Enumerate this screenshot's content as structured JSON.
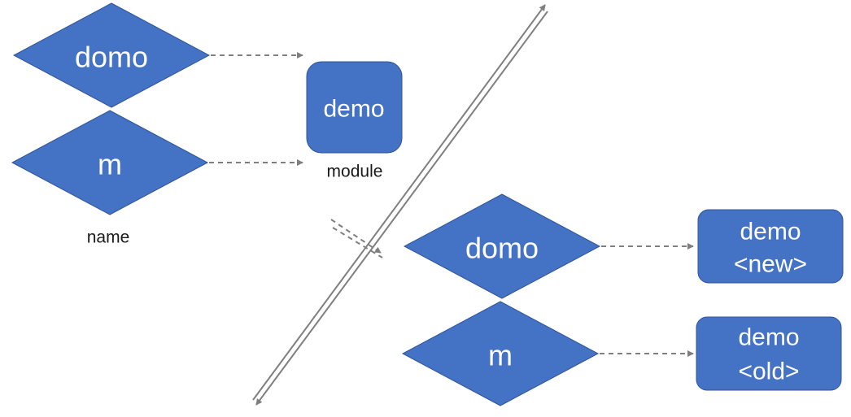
{
  "colors": {
    "shape_fill": "#4472c4",
    "shape_stroke": "#2f5597",
    "connector": "#7f7f7f",
    "text_light": "#ffffff",
    "text_dark": "#1a1a1a"
  },
  "before": {
    "diamond_top": {
      "label": "domo"
    },
    "diamond_bottom": {
      "label": "m"
    },
    "module_box": {
      "label": "demo"
    },
    "module_caption": "module",
    "name_caption": "name"
  },
  "after": {
    "diamond_top": {
      "label": "domo"
    },
    "diamond_bottom": {
      "label": "m"
    },
    "box_new": {
      "line1": "demo",
      "line2": "<new>"
    },
    "box_old": {
      "line1": "demo",
      "line2": "<old>"
    }
  }
}
